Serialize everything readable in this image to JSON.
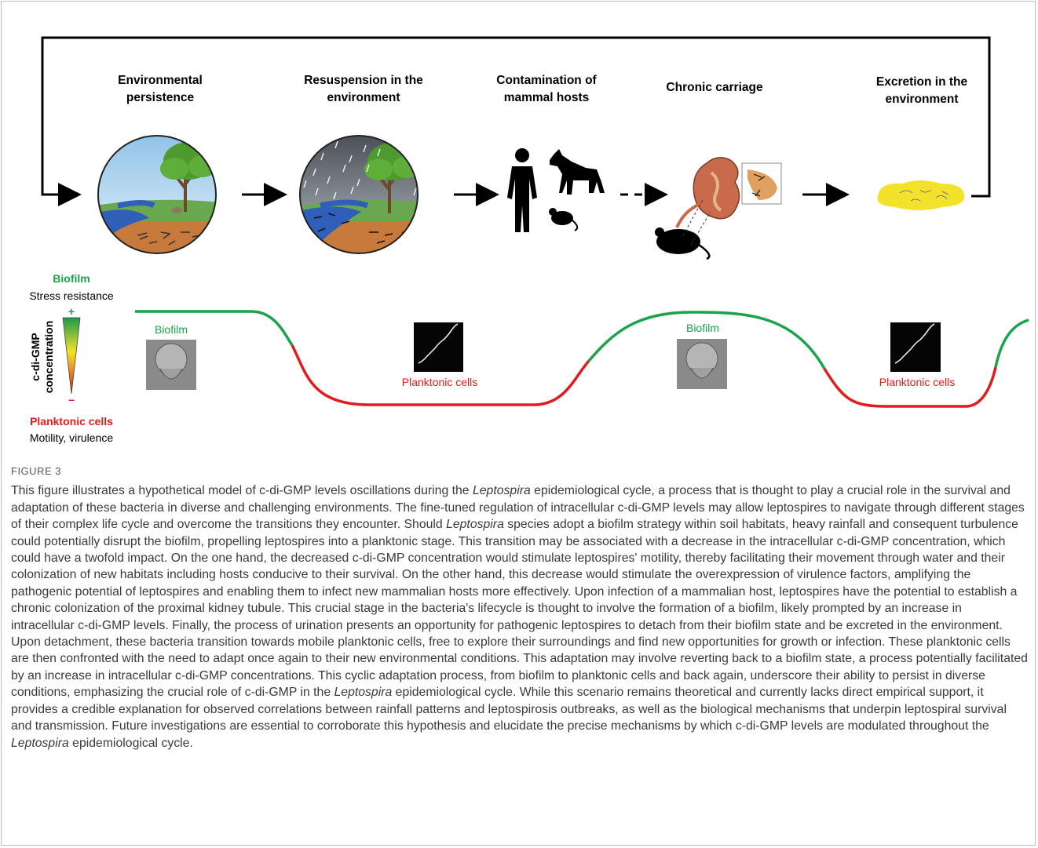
{
  "stages": [
    {
      "line1": "Environmental",
      "line2": "persistence"
    },
    {
      "line1": "Resuspension in the",
      "line2": "environment"
    },
    {
      "line1": "Contamination of",
      "line2": "mammal hosts"
    },
    {
      "line1": "Chronic carriage",
      "line2": ""
    },
    {
      "line1": "Excretion in the",
      "line2": "environment"
    }
  ],
  "axis": {
    "top_label": "Biofilm",
    "top_sub": "Stress resistance",
    "plus": "+",
    "minus": "–",
    "vertical_line1": "c-di-GMP",
    "vertical_line2": "concentration",
    "bottom_label": "Planktonic cells",
    "bottom_sub": "Motility, virulence"
  },
  "curve_labels": {
    "biofilm_1": "Biofilm",
    "planktonic_1": "Planktonic cells",
    "biofilm_2": "Biofilm",
    "planktonic_2": "Planktonic cells"
  },
  "colors": {
    "biofilm": "#1aa34a",
    "planktonic": "#e31b1b",
    "water": "#2f5fb8",
    "soil": "#c77a3c"
  },
  "caption": {
    "figure_label": "FIGURE 3",
    "t1": "This figure illustrates a hypothetical model of c-di-GMP levels oscillations during the ",
    "i1": "Leptospira",
    "t2": " epidemiological cycle, a process that is thought to play a crucial role in the survival and adaptation of these bacteria in diverse and challenging environments. The fine-tuned regulation of intracellular c-di-GMP levels may allow leptospires to navigate through different stages of their complex life cycle and overcome the transitions they encounter. Should ",
    "i2": "Leptospira",
    "t3": " species adopt a biofilm strategy within soil habitats, heavy rainfall and consequent turbulence could potentially disrupt the biofilm, propelling leptospires into a planktonic stage. This transition may be associated with a decrease in the intracellular c-di-GMP concentration, which could have a twofold impact. On the one hand, the decreased c-di-GMP concentration would stimulate leptospires' motility, thereby facilitating their movement through water and their colonization of new habitats including hosts conducive to their survival. On the other hand, this decrease would stimulate the overexpression of virulence factors, amplifying the pathogenic potential of leptospires and enabling them to infect new mammalian hosts more effectively. Upon infection of a mammalian host, leptospires have the potential to establish a chronic colonization of the proximal kidney tubule. This crucial stage in the bacteria's lifecycle is thought to involve the formation of a biofilm, likely prompted by an increase in intracellular c-di-GMP levels. Finally, the process of urination presents an opportunity for pathogenic leptospires to detach from their biofilm state and be excreted in the environment. Upon detachment, these bacteria transition towards mobile planktonic cells, free to explore their surroundings and find new opportunities for growth or infection. These planktonic cells are then confronted with the need to adapt once again to their new environmental conditions. This adaptation may involve reverting back to a biofilm state, a process potentially facilitated by an increase in intracellular c-di-GMP concentrations. This cyclic adaptation process, from biofilm to planktonic cells and back again, underscore their ability to persist in diverse conditions, emphasizing the crucial role of c-di-GMP in the ",
    "i3": "Leptospira",
    "t4": " epidemiological cycle. While this scenario remains theoretical and currently lacks direct empirical support, it provides a credible explanation for observed correlations between rainfall patterns and leptospirosis outbreaks, as well as the biological mechanisms that underpin leptospiral survival and transmission. Future investigations are essential to corroborate this hypothesis and elucidate the precise mechanisms by which c-di-GMP levels are modulated throughout the ",
    "i4": "Leptospira",
    "t5": " epidemiological cycle."
  }
}
